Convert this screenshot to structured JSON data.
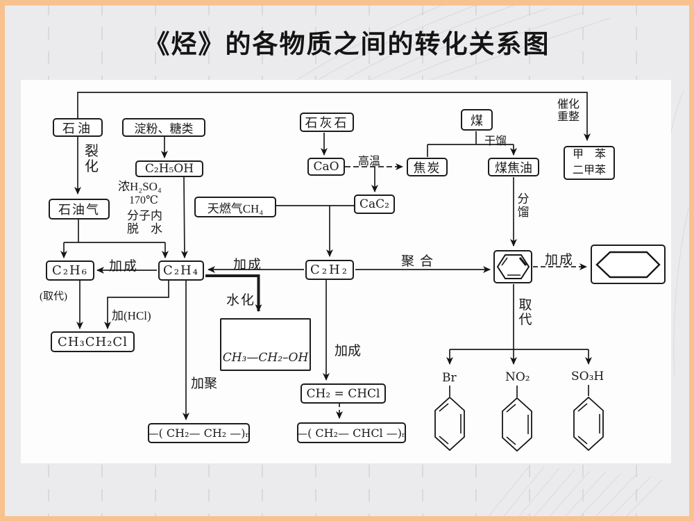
{
  "slide": {
    "title": "《烃》的各物质之间的转化关系图",
    "frame_color": "#f8c28e",
    "background_color": "#ebebed",
    "panel_color": "#fdfdfd",
    "ink_color": "#1a1a1a"
  },
  "nodes": {
    "petroleum": "石油",
    "starch_sugar": "淀粉、糖类",
    "limestone": "石灰石",
    "coal": "煤",
    "toluene_l1": "甲　苯",
    "toluene_l2": "二甲苯",
    "ethanol": "C₂H₅OH",
    "cao": "CaO",
    "coke": "焦炭",
    "coal_tar": "煤焦油",
    "petroleum_gas": "石油气",
    "natural_gas": "天燃气CH₄",
    "cac2": "CaC₂",
    "c2h6": "C₂H₆",
    "c2h4": "C₂H₄",
    "c2h2": "C₂H₂",
    "chloroethane": "CH₃CH₂Cl",
    "ethanol_formula": "CH₃—CH₂–OH",
    "vinyl_chloride": "CH₂ = CHCl",
    "polyethylene": "—( CH₂— CH₂ —)ₙ",
    "pvc": "—( CH₂— CHCl —)ₙ",
    "bromo": "Br",
    "nitro": "NO₂",
    "sulfo": "SO₃H"
  },
  "labels": {
    "cracking": "裂化",
    "conc_h2so4": "浓H₂SO₄",
    "temp170": "170℃",
    "intramolecular": "分子内",
    "dehydration": "脱　水",
    "high_temp": "高温",
    "dry_distillation": "干馏",
    "catalytic_reforming": "催化重整",
    "fractionation": "分馏",
    "addition_c2h6": "加成",
    "addition_c2h4": "加成",
    "addition_benzene": "加成",
    "addition_vinyl": "加成",
    "polymerization": "聚合",
    "hydration": "水化",
    "substitution_note": "(取代)",
    "add_hcl": "加(HCl)",
    "addition_poly": "加聚",
    "substitution": "取代"
  }
}
